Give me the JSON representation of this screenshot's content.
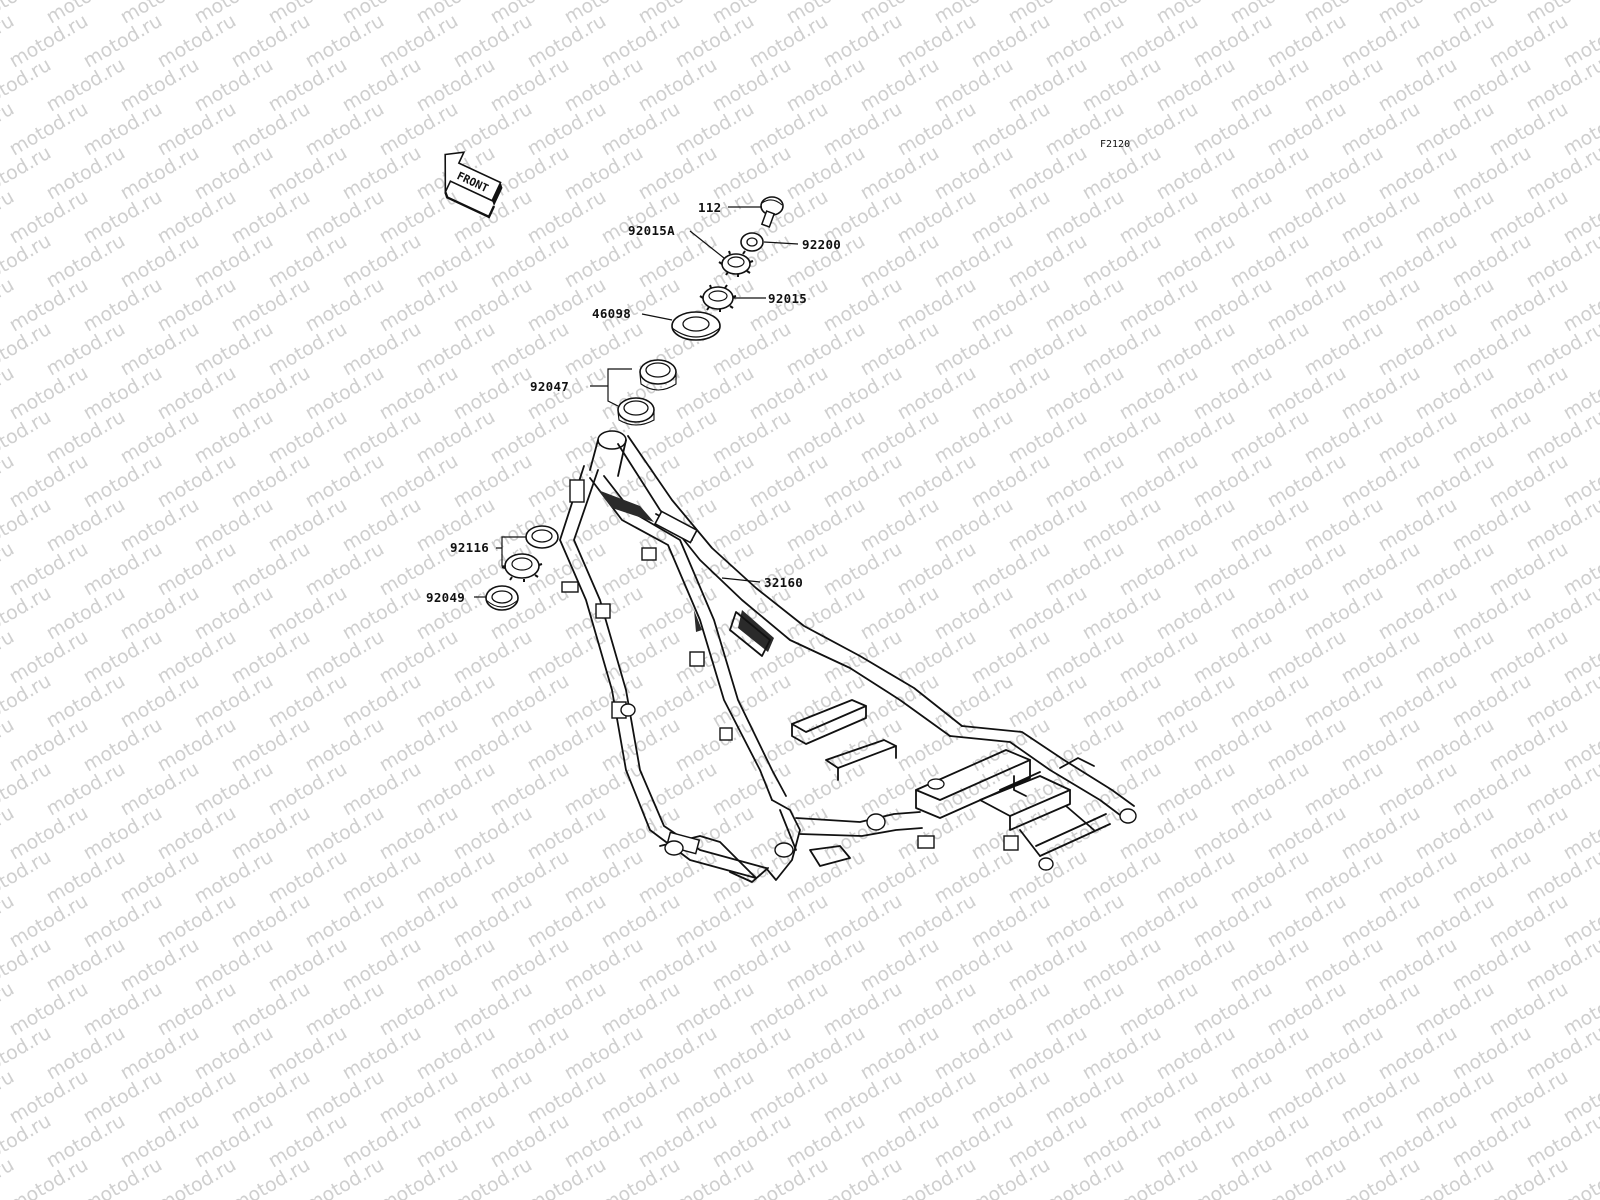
{
  "watermark": {
    "text": "motod.ru"
  },
  "diagram": {
    "code": "F2120",
    "direction_label": "FRONT"
  },
  "callouts": [
    {
      "id": "p112",
      "label": "112"
    },
    {
      "id": "p92200",
      "label": "92200"
    },
    {
      "id": "p92015A",
      "label": "92015A"
    },
    {
      "id": "p92015",
      "label": "92015"
    },
    {
      "id": "p46098",
      "label": "46098"
    },
    {
      "id": "p92047",
      "label": "92047"
    },
    {
      "id": "p92116",
      "label": "92116"
    },
    {
      "id": "p92049",
      "label": "92049"
    },
    {
      "id": "p32160",
      "label": "32160"
    }
  ]
}
